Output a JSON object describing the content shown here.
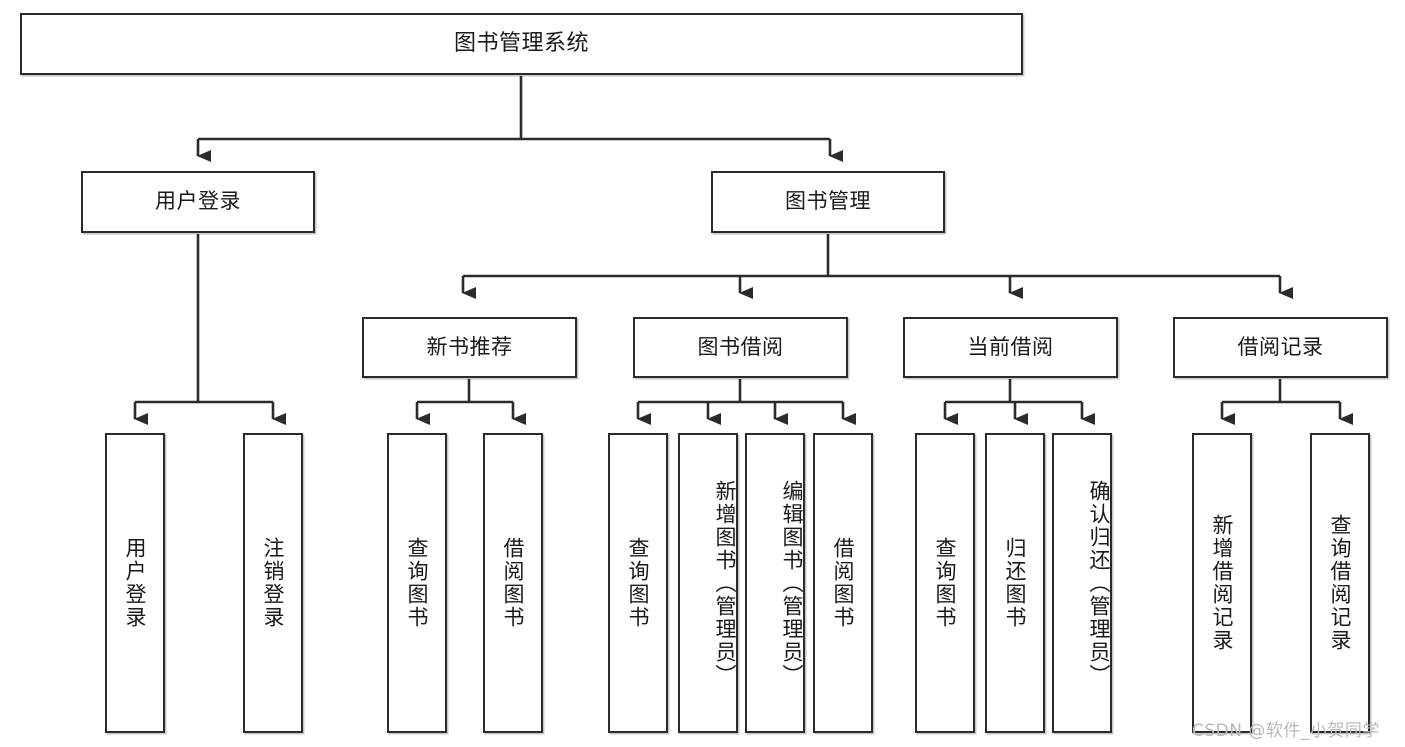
{
  "diagram": {
    "type": "tree",
    "title": "图书管理系统",
    "watermark": "CSDN @软件_小贺同学",
    "colors": {
      "box_border": "#2b2b2b",
      "box_fill": "#ffffff",
      "line": "#2b2b2b",
      "text": "#1a1a1a",
      "watermark": "#b9b9b9"
    },
    "nodes": {
      "root": {
        "label": "图书管理系统"
      },
      "level2": [
        {
          "label": "用户登录"
        },
        {
          "label": "图书管理"
        }
      ],
      "level3": [
        {
          "label": "新书推荐"
        },
        {
          "label": "图书借阅"
        },
        {
          "label": "当前借阅"
        },
        {
          "label": "借阅记录"
        }
      ],
      "leaves": {
        "user_login": [
          {
            "label": "用户登录"
          },
          {
            "label": "注销登录"
          }
        ],
        "new_book_recommend": [
          {
            "label": "查询图书"
          },
          {
            "label": "借阅图书"
          }
        ],
        "book_borrow": [
          {
            "label": "查询图书"
          },
          {
            "label": "新增图书（管理员）"
          },
          {
            "label": "编辑图书（管理员）"
          },
          {
            "label": "借阅图书"
          }
        ],
        "current_borrow": [
          {
            "label": "查询图书"
          },
          {
            "label": "归还图书"
          },
          {
            "label": "确认归还（管理员）"
          }
        ],
        "borrow_record": [
          {
            "label": "新增借阅记录"
          },
          {
            "label": "查询借阅记录"
          }
        ]
      }
    }
  }
}
